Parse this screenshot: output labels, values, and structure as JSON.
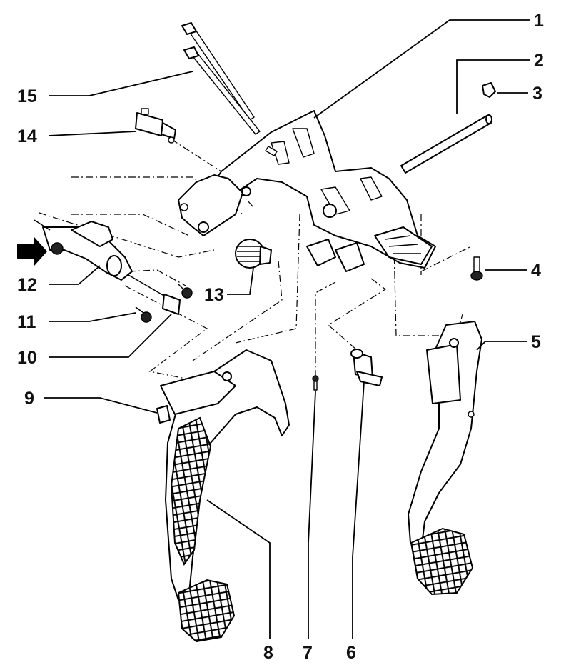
{
  "callouts": {
    "c1": "1",
    "c2": "2",
    "c3": "3",
    "c4": "4",
    "c5": "5",
    "c6": "6",
    "c7": "7",
    "c8": "8",
    "c9": "9",
    "c10": "10",
    "c11": "11",
    "c12": "12",
    "c13": "13",
    "c14": "14",
    "c15": "15"
  },
  "colors": {
    "ink": "#000000",
    "paper": "#ffffff"
  },
  "icons": {
    "direction": "arrow-right-icon"
  }
}
